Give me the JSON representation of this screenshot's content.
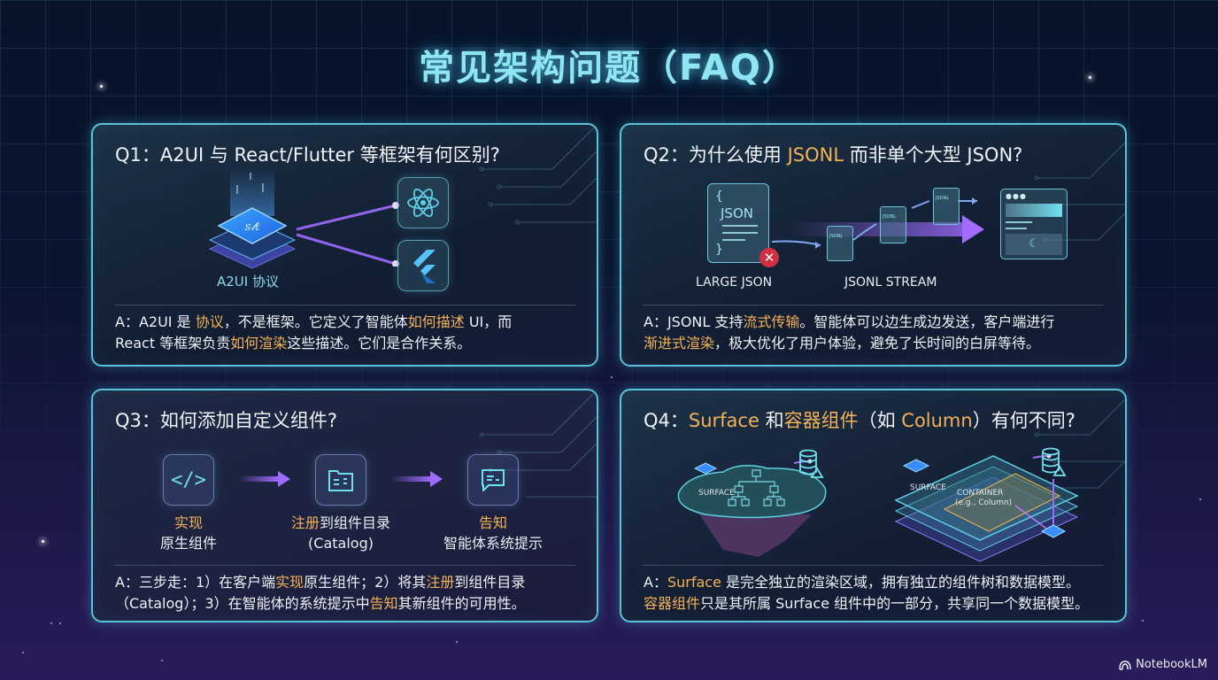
{
  "title": "常见架构问题（FAQ）",
  "colors": {
    "title": "#8fe6f2",
    "card_border": "#5bc3d8",
    "highlight": "#f3b257",
    "beam": "#a06bff",
    "text": "#eef2f6"
  },
  "q1": {
    "question_prefix": "Q1：A2UI 与 React/Flutter 等框架有何区别?",
    "diagram": {
      "chip_label": "A2UI 协议",
      "chip_icon": "protocol-chip-icon",
      "targets": [
        "react-icon",
        "flutter-icon"
      ]
    },
    "answer": {
      "p1": "A：A2UI 是 ",
      "h1": "协议",
      "p2": "，不是框架。它定义了智能体",
      "h2": "如何描述",
      "p3": " UI，而",
      "p4": "React 等框架负责",
      "h3": "如何渲染",
      "p5": "这些描述。它们是合作关系。"
    }
  },
  "q2": {
    "q_prefix": "Q2：为什么使用 ",
    "q_highlight": "JSONL",
    "q_suffix": " 而非单个大型 JSON?",
    "diagram": {
      "large_doc_text": "JSON",
      "large_label": "LARGE JSON",
      "stream_label": "JSONL STREAM",
      "chunk_text": "JSONL",
      "error_icon": "close-icon"
    },
    "answer": {
      "p1": "A：JSONL 支持",
      "h1": "流式传输",
      "p2": "。智能体可以边生成边发送，客户端进行",
      "h2": "渐进式渲染",
      "p3": "，极大优化了用户体验，避免了长时间的白屏等待。"
    }
  },
  "q3": {
    "question": "Q3：如何添加自定义组件?",
    "steps": [
      {
        "icon": "code-icon",
        "highlight": "实现",
        "rest": "",
        "line2": "原生组件"
      },
      {
        "icon": "folder-catalog-icon",
        "highlight": "注册",
        "rest": "到组件目录",
        "line2": "(Catalog)"
      },
      {
        "icon": "chat-message-icon",
        "highlight": "告知",
        "rest": "",
        "line2": "智能体系统提示"
      }
    ],
    "answer": {
      "p1": "A：三步走：1）在客户端",
      "h1": "实现",
      "p2": "原生组件；2）将其",
      "h2": "注册",
      "p3": "到组件目录",
      "p4": "（Catalog）；3）在智能体的系统提示中",
      "h3": "告知",
      "p5": "其新组件的可用性。"
    }
  },
  "q4": {
    "q_prefix": "Q4：",
    "q_h1": "Surface",
    "q_mid1": " 和",
    "q_h2": "容器组件",
    "q_mid2": "（如 ",
    "q_h3": "Column",
    "q_suffix": "）有何不同?",
    "diagram": {
      "left_label": "SURFACE",
      "right_surface_label": "SURFACE",
      "container_label": "CONTAINER",
      "container_sub": "(e.g., Column)",
      "icons": [
        "database-icon",
        "component-tree-icon",
        "chip-icon"
      ]
    },
    "answer": {
      "p0": "A：",
      "h1": "Surface",
      "p1": " 是完全独立的渲染区域，拥有独立的组件树和数据模型。",
      "h2": "容器组件",
      "p2": "只是其所属 Surface 组件中的一部分，共享同一个数据模型。"
    }
  },
  "footer": {
    "brand": "NotebookLM",
    "icon": "notebooklm-logo-icon"
  }
}
